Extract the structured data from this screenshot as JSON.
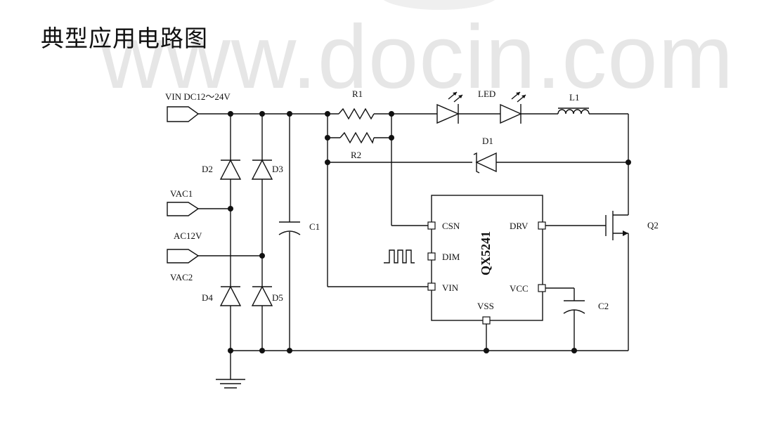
{
  "title": "典型应用电路图",
  "watermark": "www.docin.com",
  "labels": {
    "vin": "VIN DC12～24V",
    "vac1": "VAC1",
    "ac12v": "AC12V",
    "vac2": "VAC2",
    "d2": "D2",
    "d3": "D3",
    "d4": "D4",
    "d5": "D5",
    "c1": "C1",
    "c2": "C2",
    "r1": "R1",
    "r2": "R2",
    "led": "LED",
    "l1": "L1",
    "d1": "D1",
    "q2": "Q2"
  },
  "ic": {
    "name": "QX5241",
    "pins": {
      "csn": "CSN",
      "dim": "DIM",
      "vin": "VIN",
      "drv": "DRV",
      "vcc": "VCC",
      "vss": "VSS"
    }
  }
}
